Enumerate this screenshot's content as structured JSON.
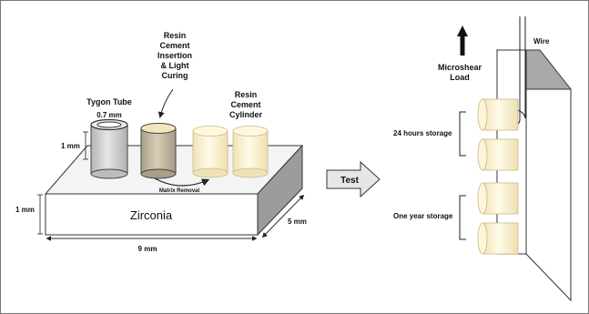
{
  "left_panel": {
    "process_label": [
      "Resin",
      "Cement",
      "Insertion",
      "& Light",
      "Curing"
    ],
    "tube_label": "Tygon Tube",
    "cylinder_label": [
      "Resin",
      "Cement",
      "Cylinder"
    ],
    "tube_diameter": "0.7 mm",
    "cylinder_height": "1 mm",
    "block_height": "1 mm",
    "block_name": "Zirconia",
    "block_width": "9 mm",
    "block_depth": "5 mm",
    "matrix_removal": "Matrix Removal"
  },
  "arrow": {
    "label": "Test"
  },
  "right_panel": {
    "load_label": [
      "Microshear",
      "Load"
    ],
    "wire_label": "Wire",
    "group_1": "24 hours storage",
    "group_2": "One year storage"
  },
  "colors": {
    "cylinder": "#fdf3cf",
    "tube": "#d6d6d6",
    "block_side": "#9a9a9a",
    "block_top": "#f2f2f2"
  }
}
